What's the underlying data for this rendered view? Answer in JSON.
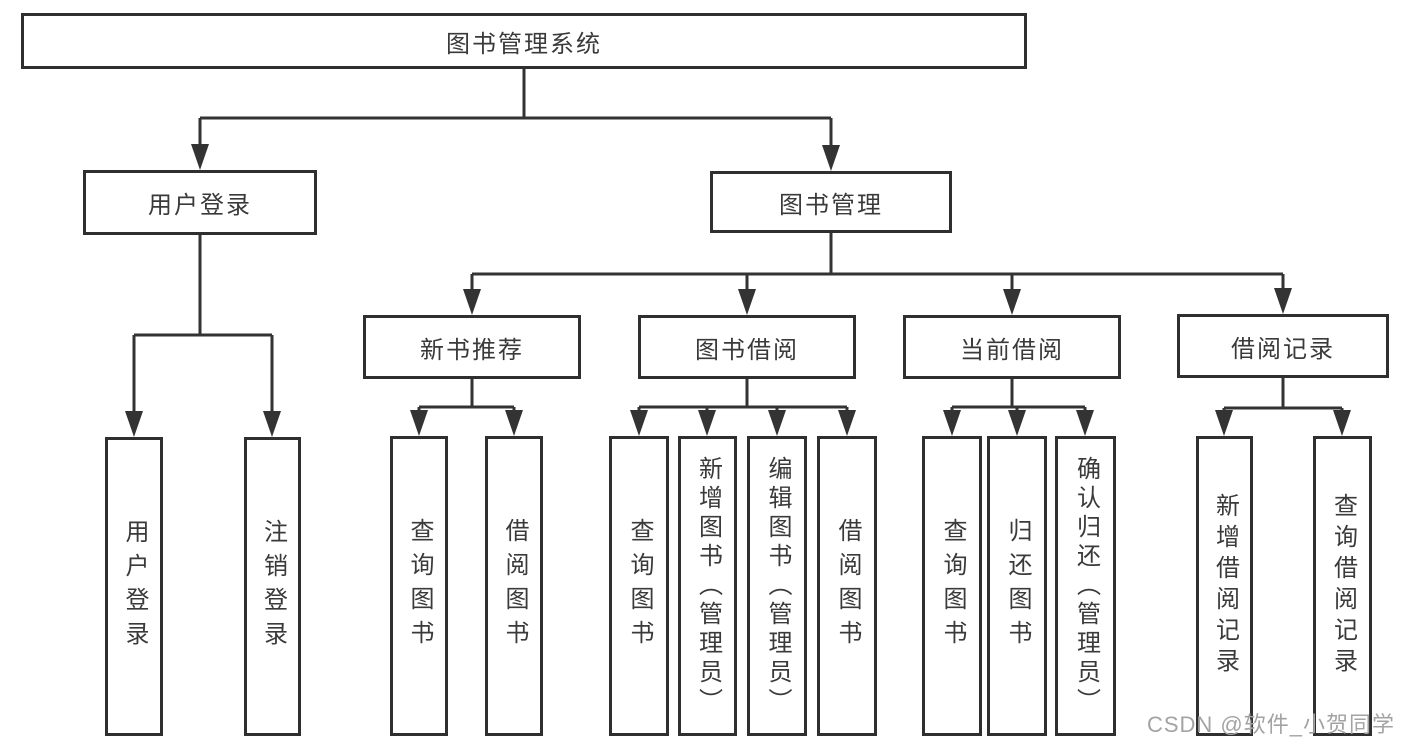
{
  "diagram_title": "图书管理系统",
  "tree": {
    "label": "图书管理系统",
    "children": [
      {
        "label": "用户登录",
        "children": [
          {
            "label": "用户登录"
          },
          {
            "label": "注销登录"
          }
        ]
      },
      {
        "label": "图书管理",
        "children": [
          {
            "label": "新书推荐",
            "children": [
              {
                "label": "查询图书"
              },
              {
                "label": "借阅图书"
              }
            ]
          },
          {
            "label": "图书借阅",
            "children": [
              {
                "label": "查询图书"
              },
              {
                "label": "新增图书（管理员）"
              },
              {
                "label": "编辑图书（管理员）"
              },
              {
                "label": "借阅图书"
              }
            ]
          },
          {
            "label": "当前借阅",
            "children": [
              {
                "label": "查询图书"
              },
              {
                "label": "归还图书"
              },
              {
                "label": "确认归还（管理员）"
              }
            ]
          },
          {
            "label": "借阅记录",
            "children": [
              {
                "label": "新增借阅记录"
              },
              {
                "label": "查询借阅记录"
              }
            ]
          }
        ]
      }
    ]
  },
  "watermark": "CSDN @软件_小贺同学",
  "colors": {
    "line": "#333333",
    "text": "#3a3a3a",
    "box_bg": "#ffffff",
    "background": "#ffffff",
    "watermark": "#a3a3a3"
  }
}
